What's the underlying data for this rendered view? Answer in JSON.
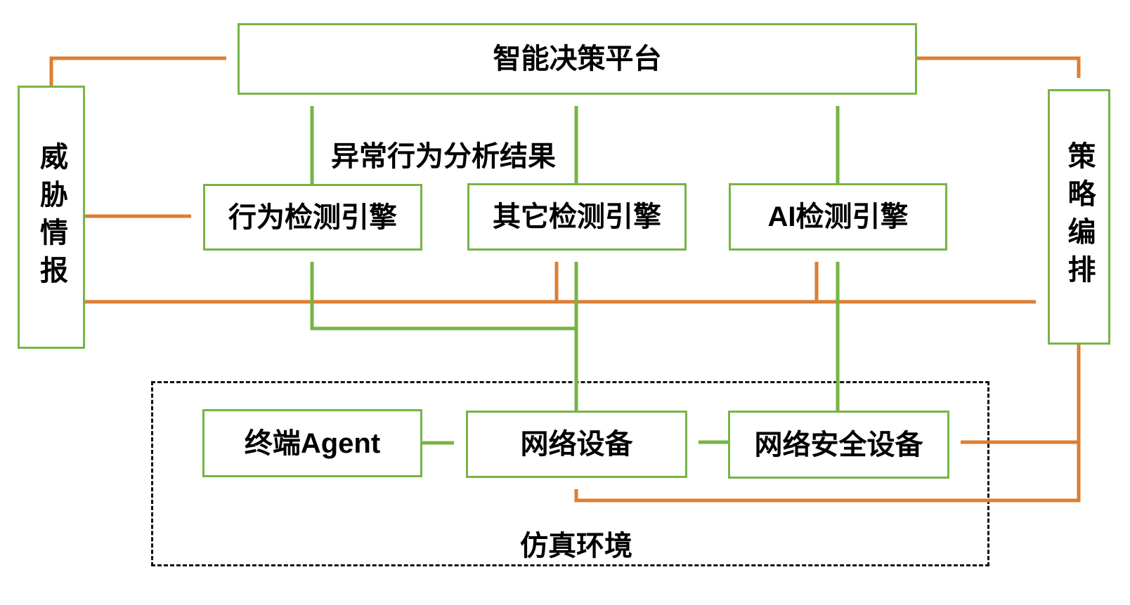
{
  "palette": {
    "node_border_green": "#77B445",
    "arrow_green": "#77B445",
    "arrow_orange": "#DD7E32",
    "dashed_border": "#111111",
    "text": "#000000",
    "background": "#FFFFFF"
  },
  "nodes": {
    "platform": {
      "label": "智能决策平台"
    },
    "threat_intel": {
      "label": "威胁情报"
    },
    "policy_orchestration": {
      "label": "策略编排"
    },
    "behavior_engine": {
      "label": "行为检测引擎"
    },
    "other_engine": {
      "label": "其它检测引擎"
    },
    "ai_engine": {
      "label": "AI检测引擎"
    },
    "terminal_agent": {
      "label": "终端Agent"
    },
    "network_device": {
      "label": "网络设备"
    },
    "security_device": {
      "label": "网络安全设备"
    },
    "sim_env": {
      "label": "仿真环境"
    }
  },
  "annotations": {
    "analysis_result": "异常行为分析结果"
  },
  "edges": [
    {
      "from": "threat_intel",
      "to": "platform",
      "color": "#DD7E32"
    },
    {
      "from": "threat_intel",
      "to": "behavior_engine",
      "color": "#DD7E32"
    },
    {
      "from": "threat_intel",
      "to": "other_engine",
      "color": "#DD7E32"
    },
    {
      "from": "threat_intel",
      "to": "ai_engine",
      "color": "#DD7E32"
    },
    {
      "from": "threat_intel",
      "to": "policy_orchestration",
      "color": "#DD7E32"
    },
    {
      "from": "platform",
      "to": "policy_orchestration",
      "color": "#DD7E32"
    },
    {
      "from": "policy_orchestration",
      "to": "security_device",
      "color": "#DD7E32"
    },
    {
      "from": "policy_orchestration",
      "to": "network_device",
      "color": "#DD7E32"
    },
    {
      "from": "behavior_engine",
      "to": "platform",
      "color": "#77B445"
    },
    {
      "from": "other_engine",
      "to": "platform",
      "color": "#77B445"
    },
    {
      "from": "ai_engine",
      "to": "platform",
      "color": "#77B445"
    },
    {
      "from": "network_device",
      "to": "behavior_engine",
      "color": "#77B445"
    },
    {
      "from": "network_device",
      "to": "other_engine",
      "color": "#77B445"
    },
    {
      "from": "security_device",
      "to": "ai_engine",
      "color": "#77B445"
    },
    {
      "from": "security_device",
      "to": "network_device",
      "color": "#77B445"
    },
    {
      "from": "terminal_agent",
      "to": "network_device",
      "color": "#77B445"
    }
  ]
}
